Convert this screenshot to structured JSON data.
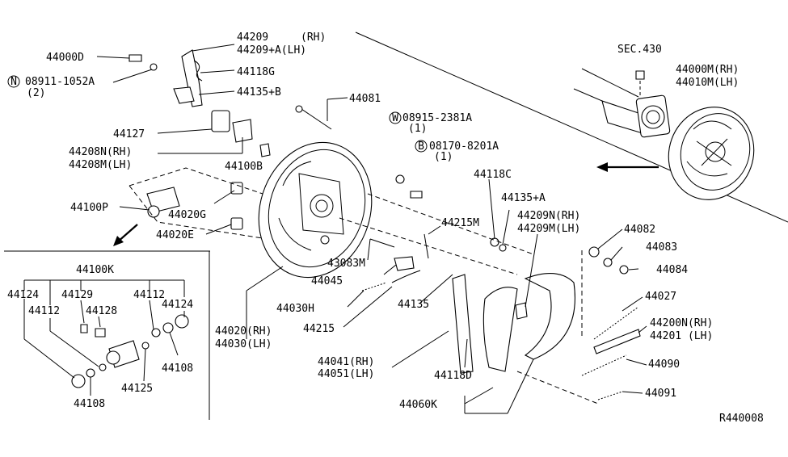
{
  "labels": {
    "p44000D": "44000D",
    "p08911": "08911-1052A",
    "p08911_qty": "(2)",
    "p44209": "44209",
    "p44209_rh": "(RH)",
    "p44209A": "44209+A(LH)",
    "p44118G": "44118G",
    "p44135B": "44135+B",
    "p44081": "44081",
    "p44127": "44127",
    "p44208N": "44208N(RH)",
    "p44208M": "44208M(LH)",
    "p44100B": "44100B",
    "p08915": "08915-2381A",
    "p08915_qty": "(1)",
    "p08170": "08170-8201A",
    "p08170_qty": "(1)",
    "sec430": "SEC.430",
    "p44000M": "44000M(RH)",
    "p44010M": "44010M(LH)",
    "p44100P": "44100P",
    "p44020G": "44020G",
    "p44020E": "44020E",
    "p44118C": "44118C",
    "p44135A": "44135+A",
    "p44209N": "44209N(RH)",
    "p44209M": "44209M(LH)",
    "p44215M": "44215M",
    "p44082": "44082",
    "p44083": "44083",
    "p44084": "44084",
    "p43083M": "43083M",
    "p44045": "44045",
    "p44030H": "44030H",
    "p44215": "44215",
    "p44135": "44135",
    "p44027": "44027",
    "p44200N": "44200N(RH)",
    "p44201": "44201 (LH)",
    "p44020rh": "44020(RH)",
    "p44030lh": "44030(LH)",
    "p44041": "44041(RH)",
    "p44051": "44051(LH)",
    "p44118D": "44118D",
    "p44090": "44090",
    "p44060K": "44060K",
    "p44091": "44091",
    "p44100K": "44100K",
    "p44124a": "44124",
    "p44129": "44129",
    "p44112a": "44112",
    "p44124b": "44124",
    "p44112b": "44112",
    "p44128": "44128",
    "p44108a": "44108",
    "p44125": "44125",
    "p44108b": "44108",
    "ref_code": "R440008"
  },
  "markers": {
    "N": "N",
    "W": "W",
    "B": "B"
  }
}
